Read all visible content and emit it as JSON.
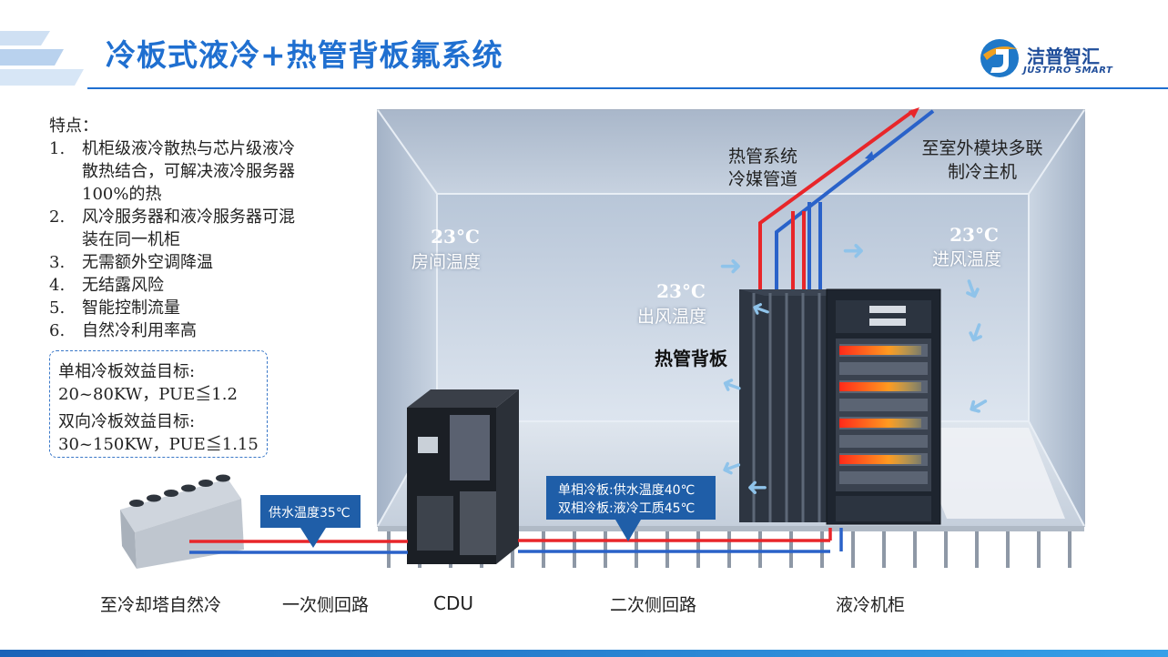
{
  "header": {
    "title": "冷板式液冷+热管背板氟系统",
    "logo_name": "洁普智汇",
    "logo_sub": "JUSTPRO SMART"
  },
  "features": {
    "heading": "特点：",
    "items": [
      {
        "num": "1.",
        "lines": [
          "机柜级液冷散热与芯片级液冷",
          "散热结合，可解决液冷服务器",
          "100%的热"
        ]
      },
      {
        "num": "2.",
        "lines": [
          "风冷服务器和液冷服务器可混",
          "装在同一机柜"
        ]
      },
      {
        "num": "3.",
        "lines": [
          "无需额外空调降温"
        ]
      },
      {
        "num": "4.",
        "lines": [
          "无结露风险"
        ]
      },
      {
        "num": "5.",
        "lines": [
          "智能控制流量"
        ]
      },
      {
        "num": "6.",
        "lines": [
          "自然冷利用率高"
        ]
      }
    ]
  },
  "targets": {
    "single_title": "单相冷板效益目标:",
    "single_value": "20~80KW，PUE≦1.2",
    "dual_title": "双向冷板效益目标:",
    "dual_value": "30~150KW，PUE≦1.15"
  },
  "diagram": {
    "room_temp": {
      "value": "23°C",
      "label": "房间温度"
    },
    "outlet_temp": {
      "value": "23°C",
      "label": "出风温度"
    },
    "inlet_temp": {
      "value": "23°C",
      "label": "进风温度"
    },
    "heat_pipe_system": [
      "热管系统",
      "冷媒管道"
    ],
    "outdoor_unit": [
      "至室外模块多联",
      "制冷主机"
    ],
    "heat_pipe_backplate": "热管背板",
    "supply_flag": "供水温度35℃",
    "secondary_flag": [
      "单相冷板:供水温度40℃",
      "双相冷板:液冷工质45℃"
    ]
  },
  "bottom_labels": {
    "cooling_tower": "至冷却塔自然冷",
    "primary_loop": "一次侧回路",
    "cdu": "CDU",
    "secondary_loop": "二次侧回路",
    "liquid_cabinet": "液冷机柜"
  },
  "colors": {
    "title_blue": "#1f6fd0",
    "flag_blue": "#1f5ea8",
    "pipe_red": "#e8262a",
    "pipe_blue": "#2a62c9",
    "footer_blue": "#1f78c8"
  },
  "icons": [
    "corner-stripes-icon",
    "justpro-logo-icon",
    "airflow-arrow-icon"
  ]
}
